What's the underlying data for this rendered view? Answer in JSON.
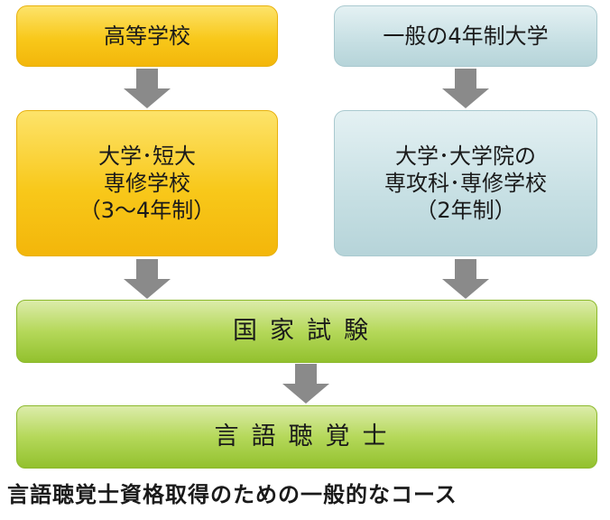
{
  "diagram": {
    "left_column": {
      "start": "高等学校",
      "school": [
        "大学･短大",
        "専修学校",
        "（3～4年制）"
      ]
    },
    "right_column": {
      "start": "一般の4年制大学",
      "school": [
        "大学･大学院の",
        "専攻科･専修学校",
        "（2年制）"
      ]
    },
    "exam": "国家試験",
    "result": "言語聴覚士",
    "caption": "言語聴覚士資格取得のための一般的なコース"
  },
  "colors": {
    "yellow": "#f8c81a",
    "blue": "#c6dfe3",
    "green": "#b5d85a",
    "arrow": "#8a8a8a"
  }
}
